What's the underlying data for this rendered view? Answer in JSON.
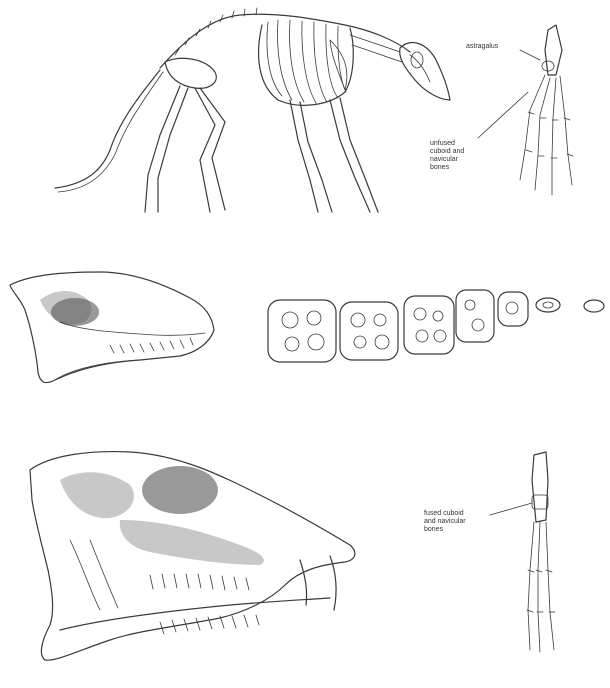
{
  "labels": {
    "astragalus": "astragalus",
    "unfused": "unfused\ncuboid and\nnavicular\nbones",
    "fused": "fused cuboid\nand navicular\nbones"
  }
}
